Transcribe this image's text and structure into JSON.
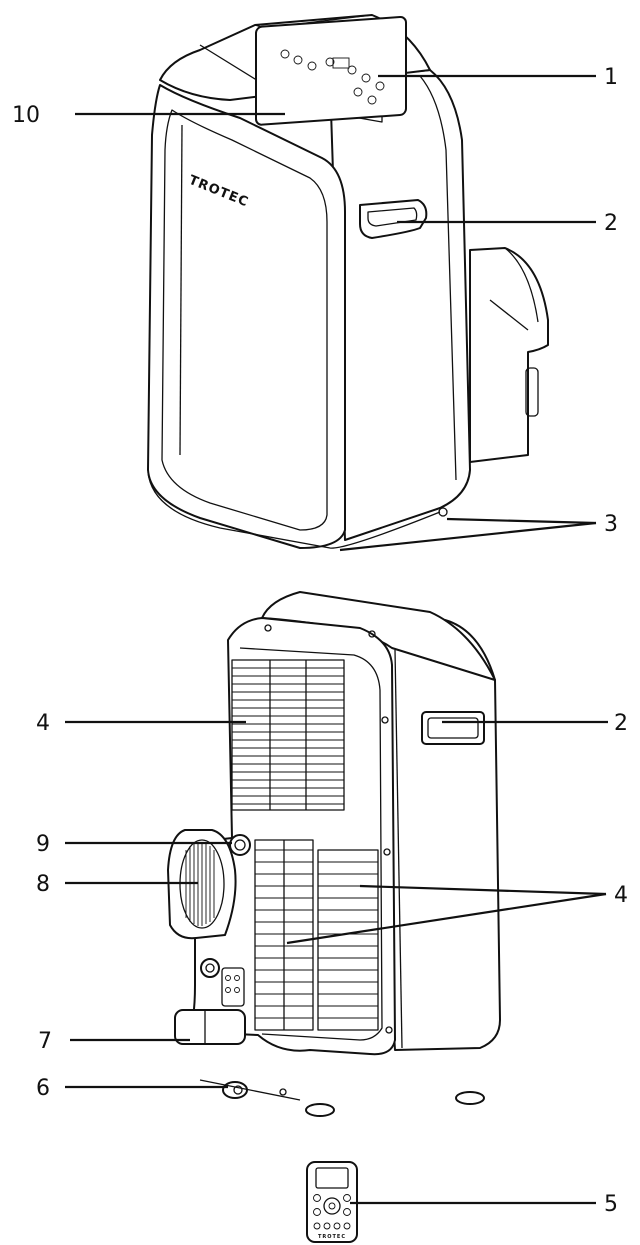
{
  "brand_front": "TROTEC",
  "brand_remote": "TROTEC",
  "labels": {
    "l1": "1",
    "l2a": "2",
    "l2b": "2",
    "l3": "3",
    "l4a": "4",
    "l4b": "4",
    "l5": "5",
    "l6": "6",
    "l7": "7",
    "l8": "8",
    "l9": "9",
    "l10": "10"
  }
}
